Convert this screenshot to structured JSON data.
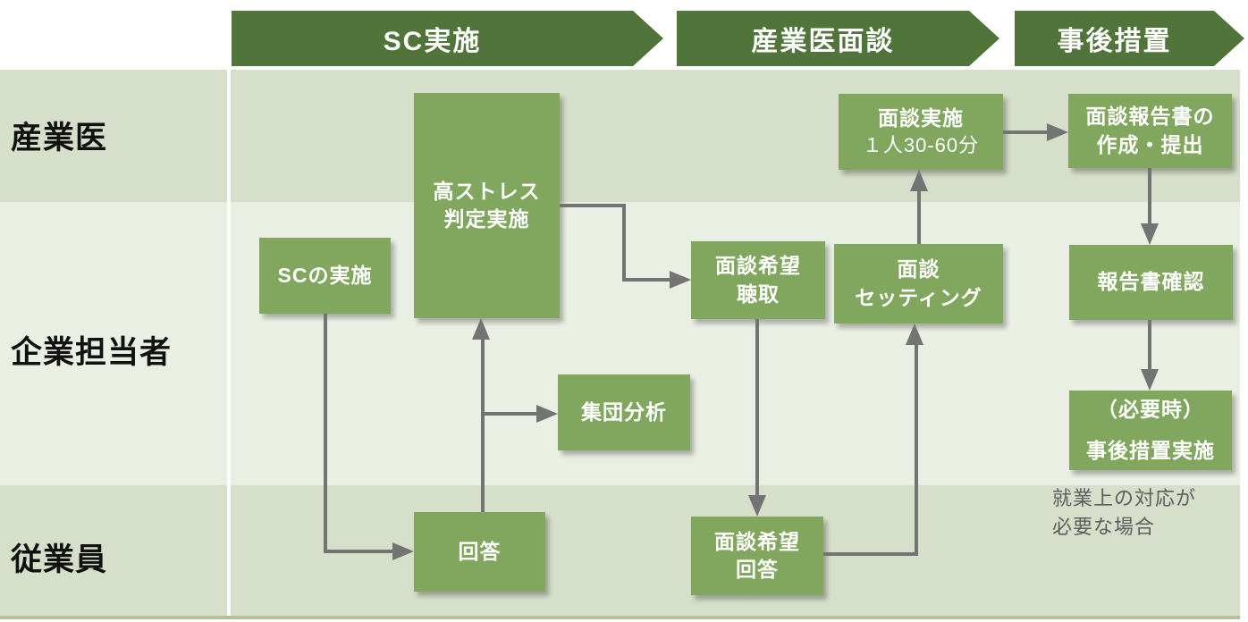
{
  "phases": [
    {
      "label": "SC実施"
    },
    {
      "label": "産業医面談"
    },
    {
      "label": "事後措置"
    }
  ],
  "lanes": [
    {
      "label": "産業医"
    },
    {
      "label": "企業担当者"
    },
    {
      "label": "従業員"
    }
  ],
  "boxes": {
    "sc_implementation": {
      "label": "SCの実施"
    },
    "high_stress_judgment": {
      "line1": "高ストレス",
      "line2": "判定実施"
    },
    "group_analysis": {
      "label": "集団分析"
    },
    "answer": {
      "label": "回答"
    },
    "interview_request_hearing": {
      "line1": "面談希望",
      "line2": "聴取"
    },
    "interview_setting": {
      "line1": "面談",
      "line2": "セッティング"
    },
    "interview_request_answer": {
      "line1": "面談希望",
      "line2": "回答"
    },
    "interview_execution": {
      "line1": "面談実施",
      "line2": "１人30-60分"
    },
    "report_creation": {
      "line1": "面談報告書の",
      "line2": "作成・提出"
    },
    "report_confirmation": {
      "label": "報告書確認"
    },
    "post_measures": {
      "line1": "（必要時）",
      "line2": "事後措置実施"
    }
  },
  "annotation": {
    "line1": "就業上の対応が",
    "line2": "必要な場合"
  },
  "colors": {
    "header_green": "#50743a",
    "box_green": "#81a75e",
    "lane_dark": "#d6dfca",
    "lane_light": "#eaefe4",
    "arrow_gray": "#737373",
    "annotation_gray": "#5d5d5d",
    "bottom_line": "#b4c29c",
    "label_black": "#111111"
  }
}
